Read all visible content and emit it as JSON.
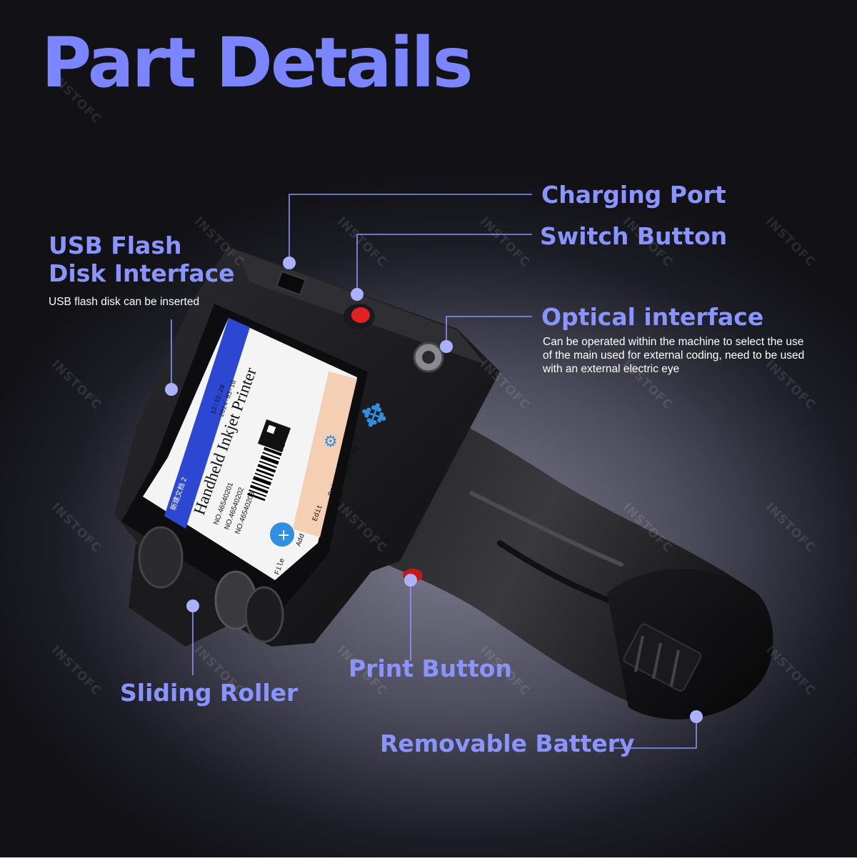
{
  "title": "Part Details",
  "watermark": "INSTOFC",
  "callouts": {
    "charging_port": {
      "label": "Charging Port"
    },
    "switch_button": {
      "label": "Switch Button"
    },
    "usb": {
      "label_line1": "USB Flash",
      "label_line2": "Disk Interface",
      "desc": "USB flash disk can be inserted"
    },
    "optical": {
      "label": "Optical interface",
      "desc_line1": "Can be operated within the machine to select the use",
      "desc_line2": "of the main used for external coding, need to be used",
      "desc_line3": "with an external electric eye"
    },
    "print_button": {
      "label": "Print Button"
    },
    "sliding_roller": {
      "label": "Sliding Roller"
    },
    "battery": {
      "label": "Removable Battery"
    }
  },
  "screen": {
    "top_tab": "新建文档 2",
    "time": "12:32:29",
    "date": "2024-03-10",
    "headline": "Handheld Inkjet Printer",
    "lines": [
      "NO.46540201",
      "NO.46540202",
      "NO.46540203"
    ],
    "buttons": [
      "File",
      "Add",
      "Edit",
      "Print",
      "Setting"
    ]
  },
  "colors": {
    "accent": "#8a94ff",
    "connector": "#8a94ff",
    "dot": "#aab2ff",
    "desc_text": "#ffffff"
  }
}
